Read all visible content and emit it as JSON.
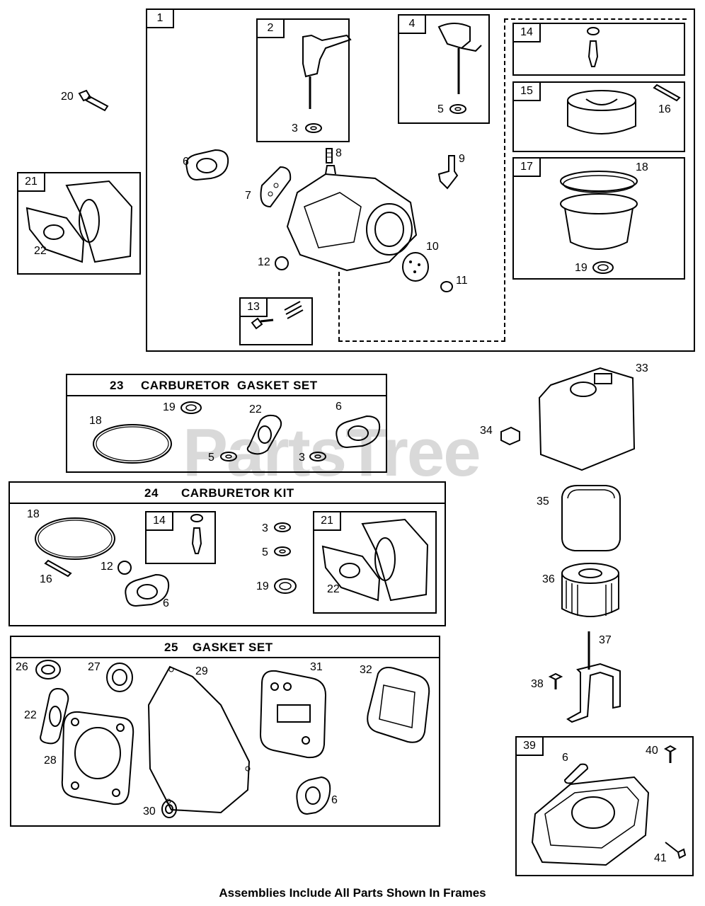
{
  "watermark": "PartsTree",
  "footer": "Assemblies Include All Parts Shown In Frames",
  "frames": {
    "f1": "1",
    "f2": "2",
    "f4": "4",
    "f14": "14",
    "f15": "15",
    "f17": "17",
    "f21": "21",
    "f13": "13",
    "f14b": "14",
    "f21b": "21",
    "f39": "39"
  },
  "kits": {
    "k23": {
      "num": "23",
      "title": "CARBURETOR  GASKET SET"
    },
    "k24": {
      "num": "24",
      "title": "CARBURETOR KIT"
    },
    "k25": {
      "num": "25",
      "title": "GASKET SET"
    }
  },
  "labels": {
    "l20": "20",
    "l3a": "3",
    "l5a": "5",
    "l16a": "16",
    "l18a": "18",
    "l19a": "19",
    "l6a": "6",
    "l8": "8",
    "l9": "9",
    "l7": "7",
    "l22a": "22",
    "l12a": "12",
    "l10": "10",
    "l11": "11",
    "l19b": "19",
    "l22b": "22",
    "l6b": "6",
    "l18b": "18",
    "l5b": "5",
    "l3b": "3",
    "l18c": "18",
    "l3c": "3",
    "l5c": "5",
    "l12b": "12",
    "l16b": "16",
    "l19c": "19",
    "l6c": "6",
    "l22c": "22",
    "l26": "26",
    "l27": "27",
    "l29": "29",
    "l31": "31",
    "l32": "32",
    "l22d": "22",
    "l28": "28",
    "l30": "30",
    "l6d": "6",
    "l33": "33",
    "l34": "34",
    "l35": "35",
    "l36": "36",
    "l37": "37",
    "l38": "38",
    "l6e": "6",
    "l40": "40",
    "l41": "41"
  }
}
